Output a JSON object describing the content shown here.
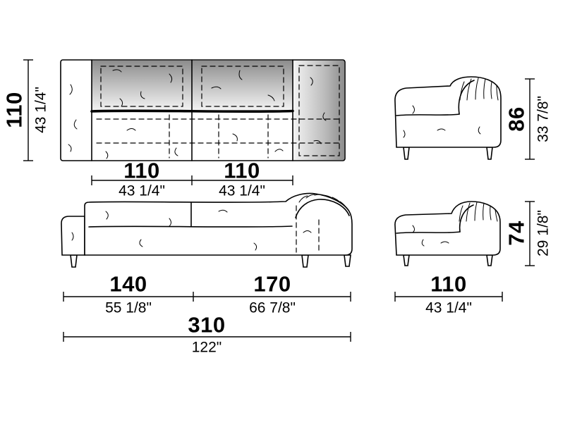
{
  "drawing_title": "sofa-technical-dimension-drawing",
  "colors": {
    "line": "#000000",
    "background": "#ffffff",
    "shade_dark": "#8d8d8d",
    "shade_light": "#f5f5f5"
  },
  "dimensions": {
    "plan_depth": {
      "cm": "110",
      "in": "43 1/4\""
    },
    "plan_seat1": {
      "cm": "110",
      "in": "43 1/4\""
    },
    "plan_seat2": {
      "cm": "110",
      "in": "43 1/4\""
    },
    "back_height": {
      "cm": "86",
      "in": "33 7/8\""
    },
    "front_left": {
      "cm": "140",
      "in": "55 1/8\""
    },
    "front_right": {
      "cm": "170",
      "in": "66 7/8\""
    },
    "total_width": {
      "cm": "310",
      "in": "122\""
    },
    "arm_height": {
      "cm": "74",
      "in": "29 1/8\""
    },
    "side_depth": {
      "cm": "110",
      "in": "43 1/4\""
    }
  }
}
